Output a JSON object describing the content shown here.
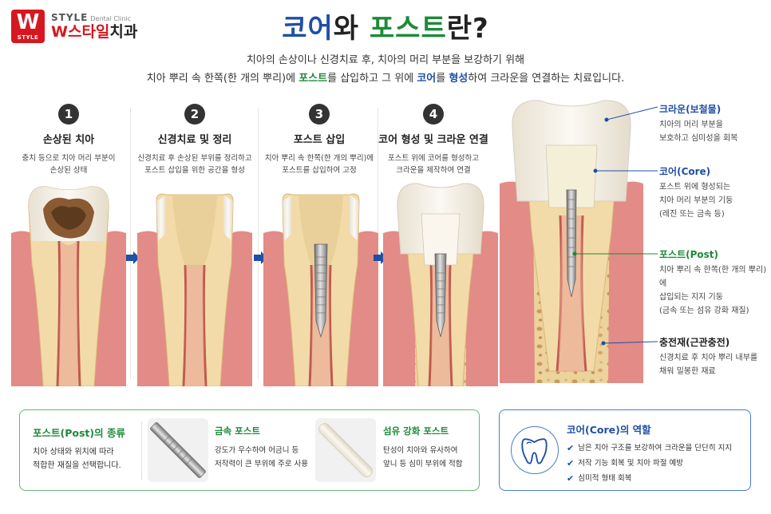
{
  "logo": {
    "mark": "W",
    "mark_sub": "STYLE",
    "top": "STYLE",
    "top_small": "Dental Clinic",
    "name_red": "W스타일",
    "name_dark": "치과"
  },
  "title": {
    "part1": "코어",
    "part2": "와 ",
    "part3": "포스트",
    "part4": "란?"
  },
  "subtitle": {
    "line1": "치아의 손상이나 신경치료 후, 치아의 머리 부분을 보강하기 위해",
    "line2_a": "치아 뿌리 속 한쪽(한 개의 뿌리)에 ",
    "line2_post": "포스트",
    "line2_b": "를 삽입하고 그 위에 ",
    "line2_core": "코어",
    "line2_c": "를 ",
    "line2_form": "형성",
    "line2_d": "하여 크라운을 연결하는 치료입니다."
  },
  "steps": [
    {
      "num": "1",
      "title": "손상된 치아",
      "desc1": "충치 등으로 치아 머리 부분이",
      "desc2": "손상된 상태"
    },
    {
      "num": "2",
      "title": "신경치료 및 정리",
      "desc1": "신경치료 후 손상된 부위를 정리하고",
      "desc2": "포스트 삽입을 위한 공간을 형성"
    },
    {
      "num": "3",
      "title": "포스트 삽입",
      "desc1": "치아 뿌리 속 한쪽(한 개의 뿌리)에",
      "desc2": "포스트를 삽입하여 고정"
    },
    {
      "num": "4",
      "title": "코어 형성 및 크라운 연결",
      "desc1": "포스트 위에 코어를 형성하고",
      "desc2": "크라운을 제작하여 연결"
    }
  ],
  "labels": {
    "crown": {
      "title": "크라운(보철물)",
      "d1": "치아의 머리 부분을",
      "d2": "보호하고 심미성을 회복"
    },
    "core": {
      "title": "코어(Core)",
      "d1": "포스트 위에 형성되는",
      "d2": "치아 머리 부분의 기둥",
      "d3": "(레진 또는 금속 등)"
    },
    "post": {
      "title": "포스트(Post)",
      "d1": "치아 뿌리 속 한쪽(한 개의 뿌리)에",
      "d2": "삽입되는 지지 기둥",
      "d3": "(금속 또는 섬유 강화 재질)"
    },
    "filling": {
      "title": "충전재(근관충전)",
      "d1": "신경치료 후 치아 뿌리 내부를",
      "d2": "채워 밀봉한 재료"
    }
  },
  "post_panel": {
    "title": "포스트(Post)의 종류",
    "desc1": "치아 상태와 위치에 따라",
    "desc2": "적합한 재질을 선택합니다.",
    "metal": {
      "title": "금속 포스트",
      "d1": "강도가 우수하여 어금니 등",
      "d2": "저작력이 큰 부위에 주로 사용"
    },
    "fiber": {
      "title": "섬유 강화 포스트",
      "d1": "탄성이 치아와 유사하여",
      "d2": "앞니 등 심미 부위에 적합"
    }
  },
  "core_panel": {
    "title": "코어(Core)의 역할",
    "items": [
      "남은 치아 구조를 보강하여 크라운을 단단히 지지",
      "저작 기능 회복 및 치아 파절 예방",
      "심미적 형태 회복"
    ]
  },
  "colors": {
    "brand_red": "#d7171f",
    "blue": "#1f4fa6",
    "green": "#1e8a3a",
    "gum": "#e07a7a",
    "bone": "#e9cf9a",
    "dentin": "#f0d9a6",
    "enamel": "#f7f3ea"
  },
  "icons": {
    "arrow": "arrow-right-icon",
    "check": "check-icon",
    "tooth": "tooth-icon"
  }
}
